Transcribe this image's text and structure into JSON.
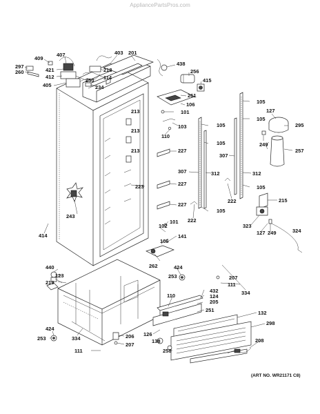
{
  "watermark": "AppliancePartsPros.com",
  "art_number": "(ART NO. WR21171 C8)",
  "labels": [
    {
      "id": "409"
    },
    {
      "id": "297"
    },
    {
      "id": "260"
    },
    {
      "id": "407"
    },
    {
      "id": "421"
    },
    {
      "id": "412"
    },
    {
      "id": "405"
    },
    {
      "id": "403"
    },
    {
      "id": "201"
    },
    {
      "id": "218"
    },
    {
      "id": "114"
    },
    {
      "id": "250"
    },
    {
      "id": "234"
    },
    {
      "id": "438"
    },
    {
      "id": "256"
    },
    {
      "id": "415"
    },
    {
      "id": "261"
    },
    {
      "id": "106a"
    },
    {
      "id": "101a"
    },
    {
      "id": "213a"
    },
    {
      "id": "213b"
    },
    {
      "id": "213c"
    },
    {
      "id": "103"
    },
    {
      "id": "110a"
    },
    {
      "id": "105a"
    },
    {
      "id": "105b"
    },
    {
      "id": "105c"
    },
    {
      "id": "105d"
    },
    {
      "id": "105e"
    },
    {
      "id": "105f"
    },
    {
      "id": "127a"
    },
    {
      "id": "295"
    },
    {
      "id": "249a"
    },
    {
      "id": "257"
    },
    {
      "id": "227a"
    },
    {
      "id": "227b"
    },
    {
      "id": "227c"
    },
    {
      "id": "223"
    },
    {
      "id": "307a"
    },
    {
      "id": "312a"
    },
    {
      "id": "307b"
    },
    {
      "id": "312b"
    },
    {
      "id": "222a"
    },
    {
      "id": "222b"
    },
    {
      "id": "215"
    },
    {
      "id": "243"
    },
    {
      "id": "414"
    },
    {
      "id": "102"
    },
    {
      "id": "101b"
    },
    {
      "id": "141"
    },
    {
      "id": "106b"
    },
    {
      "id": "262"
    },
    {
      "id": "323"
    },
    {
      "id": "127b"
    },
    {
      "id": "249b"
    },
    {
      "id": "324"
    },
    {
      "id": "440"
    },
    {
      "id": "123"
    },
    {
      "id": "219"
    },
    {
      "id": "424a"
    },
    {
      "id": "253a"
    },
    {
      "id": "207a"
    },
    {
      "id": "111a"
    },
    {
      "id": "334a"
    },
    {
      "id": "432"
    },
    {
      "id": "124"
    },
    {
      "id": "205"
    },
    {
      "id": "110b"
    },
    {
      "id": "251"
    },
    {
      "id": "132"
    },
    {
      "id": "298"
    },
    {
      "id": "126"
    },
    {
      "id": "138"
    },
    {
      "id": "258"
    },
    {
      "id": "206"
    },
    {
      "id": "207b"
    },
    {
      "id": "424b"
    },
    {
      "id": "253b"
    },
    {
      "id": "334b"
    },
    {
      "id": "111b"
    },
    {
      "id": "208"
    }
  ],
  "text": {
    "409": "409",
    "297": "297",
    "260": "260",
    "407": "407",
    "421": "421",
    "412": "412",
    "405": "405",
    "403": "403",
    "201": "201",
    "218": "218",
    "114": "114",
    "250": "250",
    "234": "234",
    "438": "438",
    "256": "256",
    "415": "415",
    "261": "261",
    "106a": "106",
    "101a": "101",
    "213a": "213",
    "213b": "213",
    "213c": "213",
    "103": "103",
    "110a": "110",
    "105a": "105",
    "105b": "105",
    "105c": "105",
    "105d": "105",
    "105e": "105",
    "105f": "105",
    "127a": "127",
    "295": "295",
    "249a": "249",
    "257": "257",
    "227a": "227",
    "227b": "227",
    "227c": "227",
    "223": "223",
    "307a": "307",
    "312a": "312",
    "307b": "307",
    "312b": "312",
    "222a": "222",
    "222b": "222",
    "215": "215",
    "243": "243",
    "414": "414",
    "102": "102",
    "101b": "101",
    "141": "141",
    "106b": "106",
    "262": "262",
    "323": "323",
    "127b": "127",
    "249b": "249",
    "324": "324",
    "440": "440",
    "123": "123",
    "219": "219",
    "424a": "424",
    "253a": "253",
    "207a": "207",
    "111a": "111",
    "334a": "334",
    "432": "432",
    "124": "124",
    "205": "205",
    "110b": "110",
    "251": "251",
    "132": "132",
    "298": "298",
    "126": "126",
    "138": "138",
    "258": "258",
    "206": "206",
    "207b": "207",
    "424b": "424",
    "253b": "253",
    "334b": "334",
    "111b": "111",
    "208": "208"
  }
}
